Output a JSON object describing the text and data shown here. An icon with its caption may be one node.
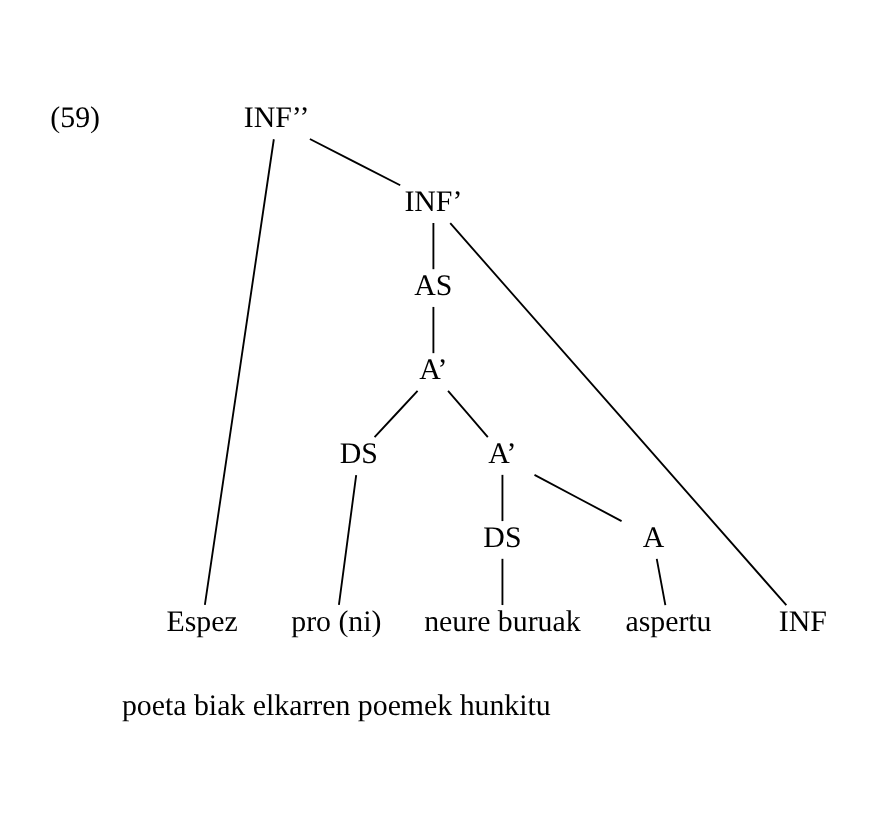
{
  "diagram": {
    "nodes": [
      {
        "text": [
          "INF’’"
        ]
      },
      {
        "text": [
          "Espez"
        ]
      },
      {
        "text": [
          "INF’"
        ]
      },
      {
        "text": [
          "AS"
        ]
      },
      {
        "text": [
          "INF"
        ]
      },
      {
        "text": [
          "A’"
        ]
      },
      {
        "text": [
          "DS"
        ]
      },
      {
        "text": [
          "A’"
        ]
      },
      {
        "text": [
          "DS"
        ]
      },
      {
        "text": [
          "A"
        ]
      },
      {
        "text": [
          "pro (ni)"
        ]
      },
      {
        "text": [
          "neure buruak"
        ]
      },
      {
        "text": [
          "aspertu"
        ]
      }
    ],
    "edges": [
      {
        "from": 0,
        "to": 1,
        "arrow": "none"
      },
      {
        "from": 0,
        "to": 2,
        "arrow": "none"
      },
      {
        "from": 2,
        "to": 3,
        "arrow": "none"
      },
      {
        "from": 2,
        "to": 4,
        "arrow": "none"
      },
      {
        "from": 3,
        "to": 5,
        "arrow": "none"
      },
      {
        "from": 5,
        "to": 6,
        "arrow": "none"
      },
      {
        "from": 5,
        "to": 7,
        "arrow": "none"
      },
      {
        "from": 7,
        "to": 8,
        "arrow": "none"
      },
      {
        "from": 7,
        "to": 9,
        "arrow": "none"
      },
      {
        "from": 6,
        "to": 10,
        "arrow": "none"
      },
      {
        "from": 8,
        "to": 11,
        "arrow": "none"
      },
      {
        "from": 9,
        "to": 12,
        "arrow": "none"
      }
    ],
    "labels": [
      "(59)",
      "poeta biak elkarren poemek hunkitu"
    ]
  }
}
